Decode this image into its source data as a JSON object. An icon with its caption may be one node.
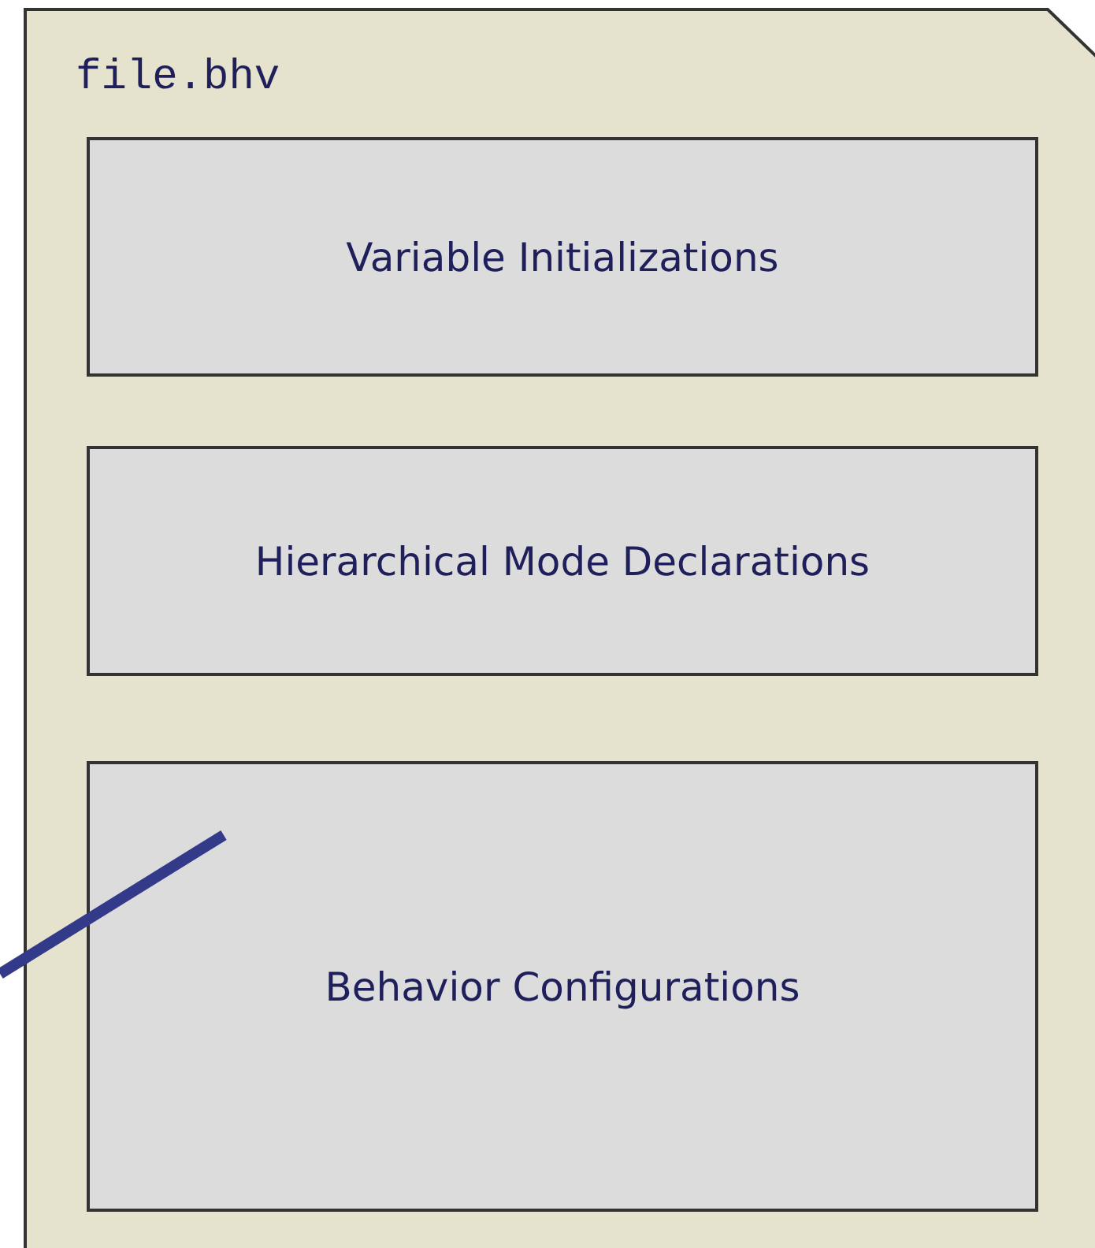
{
  "diagram": {
    "nodes": [
      {
        "text": [
          "file.bhv"
        ]
      },
      {
        "text": [
          "Variable Initializations"
        ],
        "in": 0
      },
      {
        "text": [
          "Hierarchical Mode Declarations"
        ],
        "in": 0
      },
      {
        "text": [
          "Behavior Configurations"
        ],
        "in": 0
      }
    ],
    "edges": [
      {
        "from": null,
        "to": 3,
        "arrow": "none"
      }
    ]
  }
}
